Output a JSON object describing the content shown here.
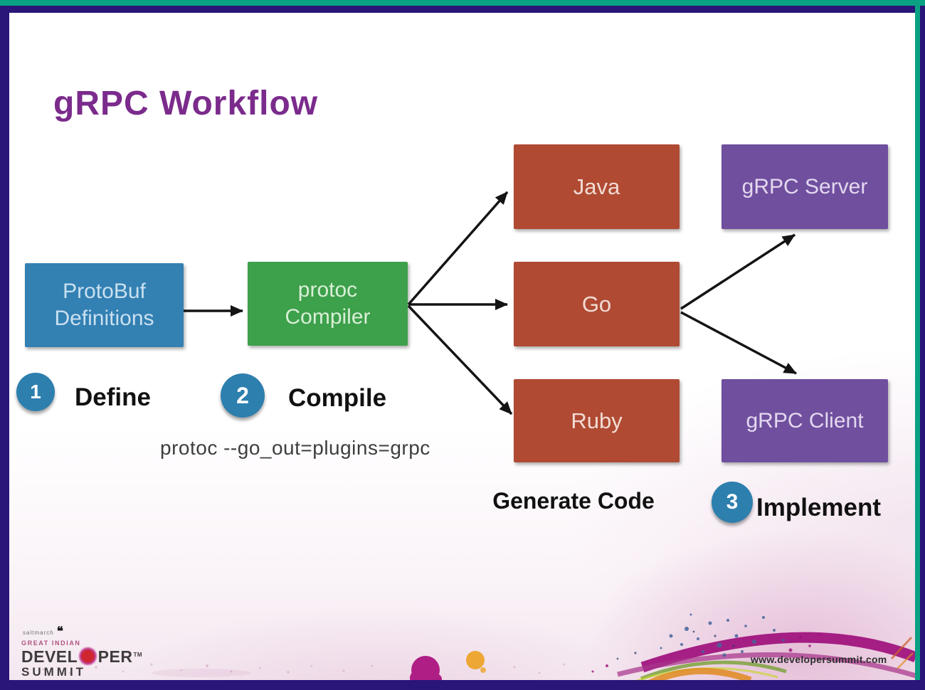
{
  "slide": {
    "title": "gRPC Workflow",
    "colors": {
      "border_navy": "#2a1578",
      "accent_teal": "#0aa183",
      "title_purple": "#7b2b8c",
      "node_blue": "#3380b3",
      "node_green": "#3da04b",
      "node_red": "#b04a33",
      "node_purple": "#6f4f9e",
      "step_circle_blue": "#2d7fae",
      "arrow_black": "#141414",
      "splash_magenta": "#9e0f7c",
      "splash_orange": "#eca32b"
    },
    "nodes": [
      {
        "id": "protobuf-definitions",
        "color": "blue",
        "label_lines": [
          "ProtoBuf",
          "Definitions"
        ]
      },
      {
        "id": "protoc-compiler",
        "color": "green",
        "label_lines": [
          "protoc",
          "Compiler"
        ]
      },
      {
        "id": "java",
        "color": "red",
        "label_lines": [
          "Java"
        ]
      },
      {
        "id": "go",
        "color": "red",
        "label_lines": [
          "Go"
        ]
      },
      {
        "id": "ruby",
        "color": "red",
        "label_lines": [
          "Ruby"
        ]
      },
      {
        "id": "grpc-server",
        "color": "purple",
        "label_lines": [
          "gRPC Server"
        ]
      },
      {
        "id": "grpc-client",
        "color": "purple",
        "label_lines": [
          "gRPC Client"
        ]
      }
    ],
    "steps": [
      {
        "number": "1",
        "label": "Define"
      },
      {
        "number": "2",
        "label": "Compile"
      },
      {
        "number": "3",
        "label": "Implement"
      }
    ],
    "annotations": {
      "command": "protoc --go_out=plugins=grpc",
      "generate_code": "Generate Code"
    },
    "footer": {
      "logo": {
        "brand_small": "saltmarch",
        "mark": "❝",
        "tagline": "GREAT INDIAN",
        "word_pre": "DEVEL",
        "word_post": "PER",
        "tm": "TM",
        "word_bottom": "SUMMIT"
      },
      "website": "www.developersummit.com"
    }
  }
}
